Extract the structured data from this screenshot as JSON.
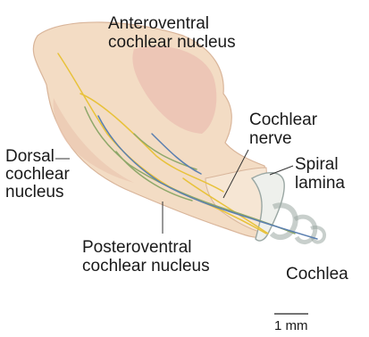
{
  "labels": {
    "anteroventral_1": "Anteroventral",
    "anteroventral_2": "cochlear nucleus",
    "cochlear_nerve_1": "Cochlear",
    "cochlear_nerve_2": "nerve",
    "spiral_lamina_1": "Spiral",
    "spiral_lamina_2": "lamina",
    "dorsal_1": "Dorsal",
    "dorsal_2": "cochlear",
    "dorsal_3": "nucleus",
    "posteroventral_1": "Posteroventral",
    "posteroventral_2": "cochlear nucleus",
    "cochlea": "Cochlea"
  },
  "scale_bar": {
    "label": "1 mm"
  },
  "colors": {
    "tissue": "#f3dcc4",
    "tissue_shadow": "#e9c6b0",
    "anteroventral_shade": "#ebc2b4",
    "nerve_outline": "#d8b59b",
    "fiber_yellow": "#e8c23a",
    "fiber_green": "#8fa86a",
    "fiber_blue": "#5a7fb0",
    "cochlea_fill": "#eef0ec",
    "cochlea_outline": "#9aa7a3"
  }
}
